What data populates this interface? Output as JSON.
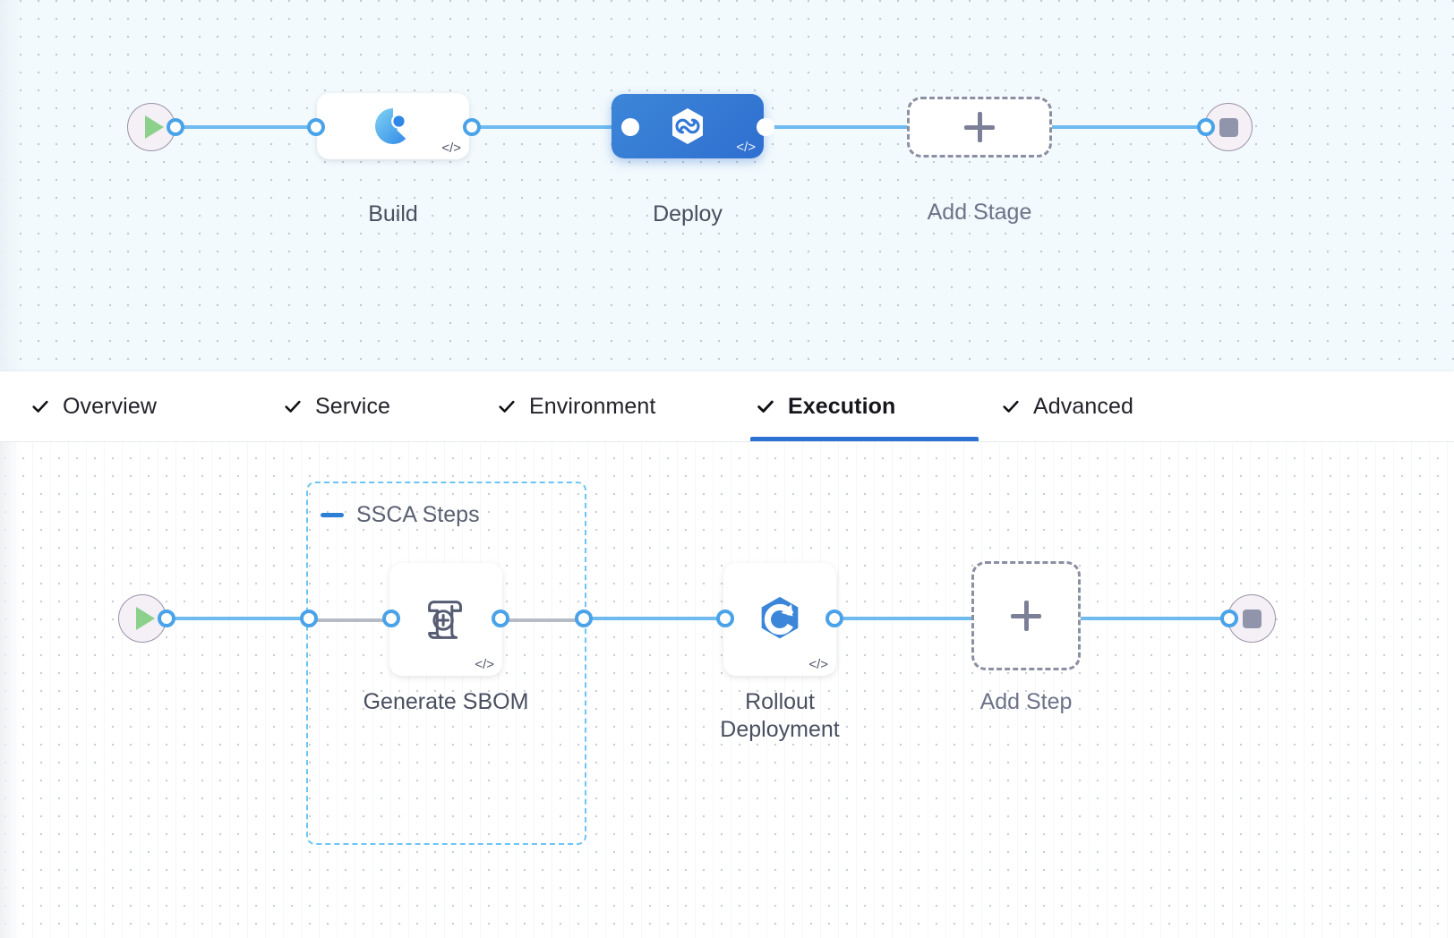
{
  "pipeline": {
    "stage_row": {
      "start_node": {
        "icon": "play-icon",
        "name": "pipeline-start"
      },
      "end_node": {
        "icon": "stop-icon",
        "name": "pipeline-end"
      },
      "stages": [
        {
          "label": "Build",
          "icon": "harness-ci-icon",
          "selected": false,
          "has_code_badge": true
        },
        {
          "label": "Deploy",
          "icon": "harness-cd-hexagon-icon",
          "selected": true,
          "has_code_badge": true
        }
      ],
      "add_stage": {
        "label": "Add Stage",
        "icon": "plus-icon"
      }
    },
    "step_row": {
      "start_node": {
        "icon": "play-icon",
        "name": "execution-start"
      },
      "end_node": {
        "icon": "stop-icon",
        "name": "execution-end"
      },
      "group": {
        "title": "SSCA Steps",
        "collapse_icon": "minus-icon",
        "expanded": true
      },
      "steps": [
        {
          "label": "Generate SBOM",
          "icon": "sbom-scroll-plus-icon",
          "in_group": true,
          "has_code_badge": true
        },
        {
          "label": "Rollout\nDeployment",
          "icon": "rollout-hexagon-icon",
          "in_group": false,
          "has_code_badge": true
        }
      ],
      "add_step": {
        "label": "Add Step",
        "icon": "plus-icon"
      }
    }
  },
  "tabs": [
    {
      "label": "Overview",
      "icon": "check-icon",
      "complete": true,
      "active": false
    },
    {
      "label": "Service",
      "icon": "check-icon",
      "complete": true,
      "active": false
    },
    {
      "label": "Environment",
      "icon": "check-icon",
      "complete": true,
      "active": false
    },
    {
      "label": "Execution",
      "icon": "check-icon",
      "complete": true,
      "active": true
    },
    {
      "label": "Advanced",
      "icon": "check-icon",
      "complete": true,
      "active": false
    }
  ],
  "colors": {
    "accent_blue": "#2d72d2",
    "wire_blue": "#6fbbf0",
    "group_dash": "#6cc4f5",
    "selected_node": "#3279d6",
    "start_green": "#8bd18b",
    "stop_gray": "#9195ab"
  }
}
